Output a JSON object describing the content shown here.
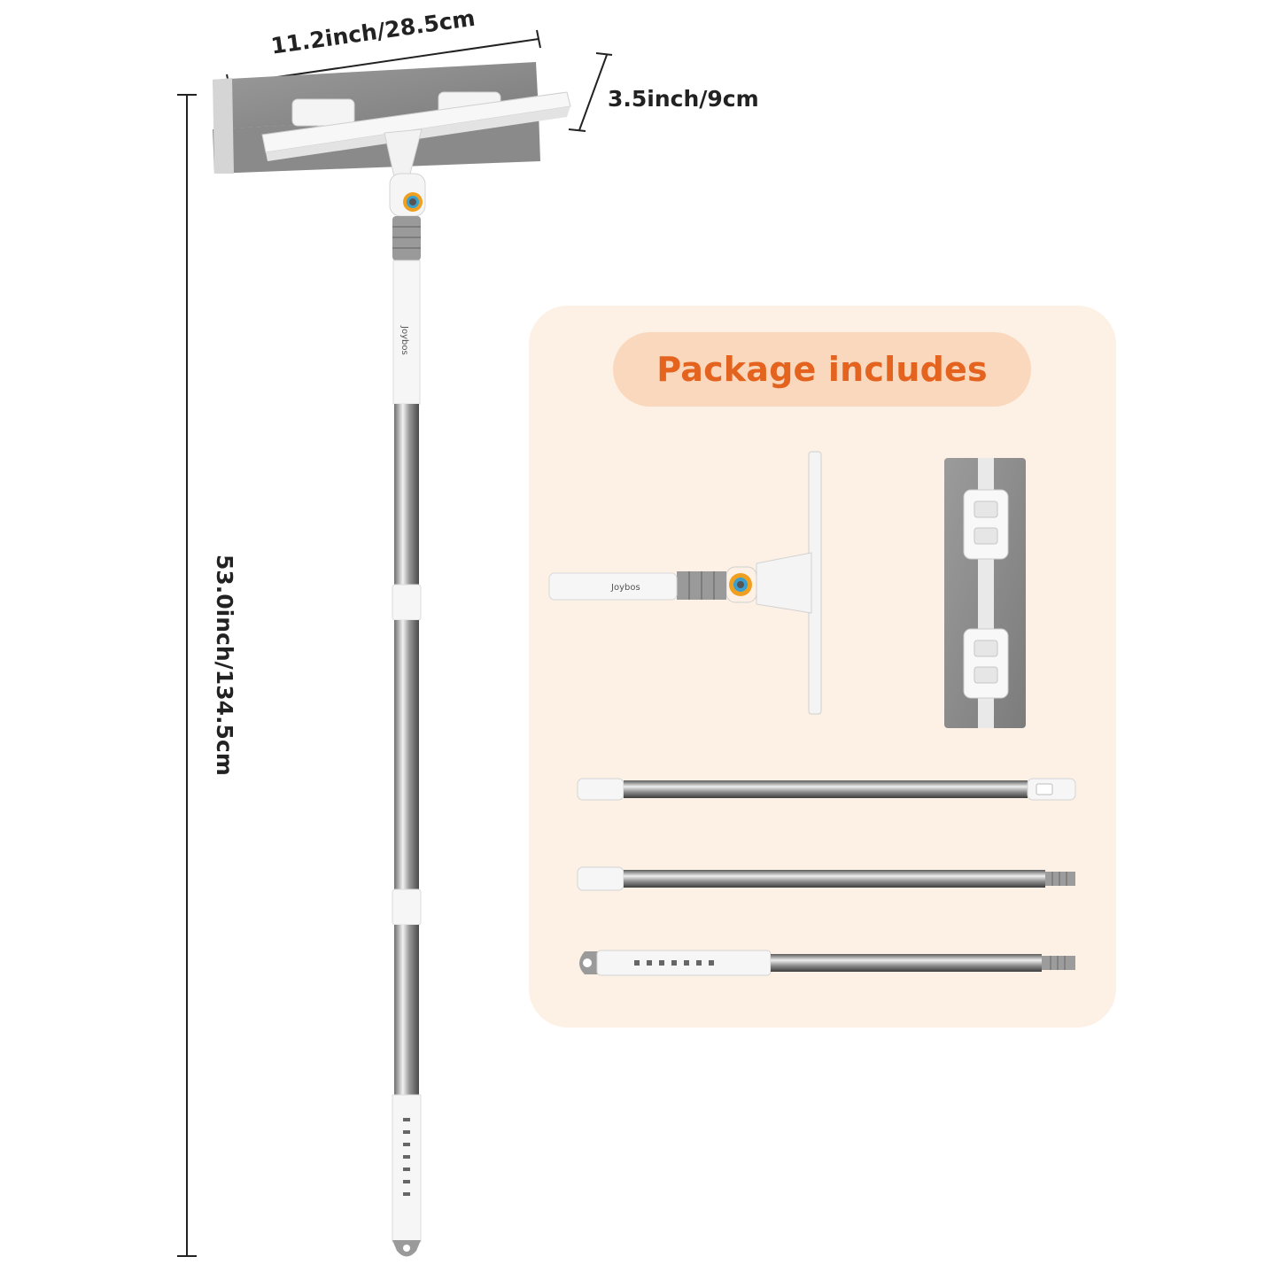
{
  "dimensions": {
    "width_label": "11.2inch/28.5cm",
    "depth_label": "3.5inch/9cm",
    "height_label": "53.0inch/134.5cm"
  },
  "package": {
    "title": "Package includes"
  },
  "product": {
    "brand_mark": "Joybos"
  },
  "colors": {
    "accent_orange": "#e3631f",
    "pill_peach": "#fad8bd",
    "panel_cream": "#fdf1e6",
    "pad_gray": "#8c8c8c"
  }
}
